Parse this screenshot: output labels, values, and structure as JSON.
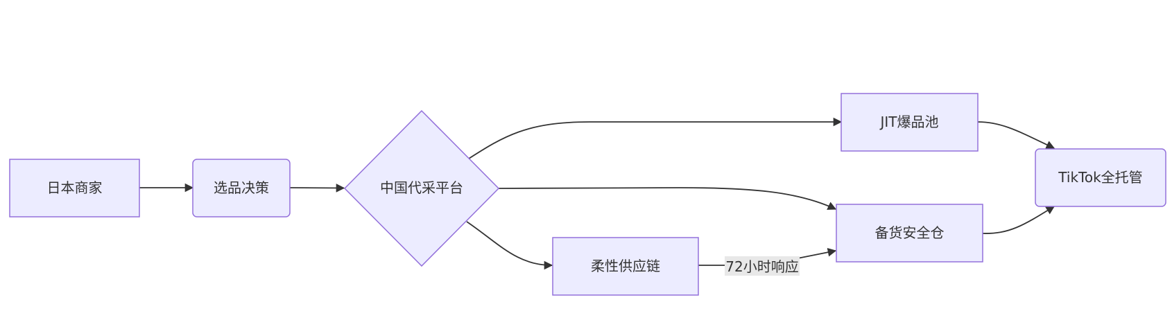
{
  "nodes": {
    "merchant": "日本商家",
    "selection": "选品决策",
    "platform": "中国代采平台",
    "jit_pool": "JIT爆品池",
    "safety_stock": "备货安全仓",
    "flexible_chain": "柔性供应链",
    "tiktok": "TikTok全托管"
  },
  "edges": {
    "flexible_to_safety_label": "72小时响应"
  },
  "colors": {
    "node_fill": "#ECECFF",
    "node_stroke": "#9370DB",
    "edge_stroke": "#333333",
    "label_bg": "#e8e8e8"
  }
}
